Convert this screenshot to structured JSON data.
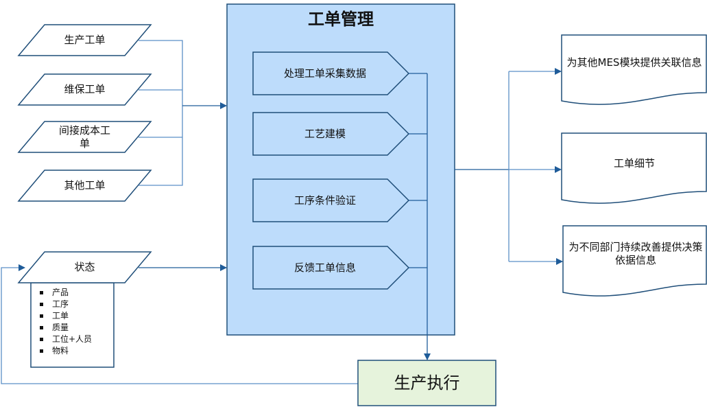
{
  "colors": {
    "main_fill": "#bddcfb",
    "border": "#1f4e79",
    "connector": "#5b8fc7",
    "execution_fill": "#e6f3dc",
    "background": "#ffffff"
  },
  "inputs": [
    {
      "label": "生产工单"
    },
    {
      "label": "维保工单"
    },
    {
      "label": "间接成本工\n单"
    },
    {
      "label": "其他工单"
    }
  ],
  "status": {
    "label": "状态",
    "items": [
      "产品",
      "工序",
      "工单",
      "质量",
      "工位+人员",
      "物料"
    ]
  },
  "main": {
    "title": "工单管理",
    "steps": [
      {
        "label": "处理工单采集数据"
      },
      {
        "label": "工艺建模"
      },
      {
        "label": "工序条件验证"
      },
      {
        "label": "反馈工单信息"
      }
    ]
  },
  "execution": {
    "label": "生产执行"
  },
  "outputs": [
    {
      "label": "为其他MES模块提供关联信息"
    },
    {
      "label": "工单细节"
    },
    {
      "label": "为不同部门持续改善提供决策依据信息"
    }
  ]
}
